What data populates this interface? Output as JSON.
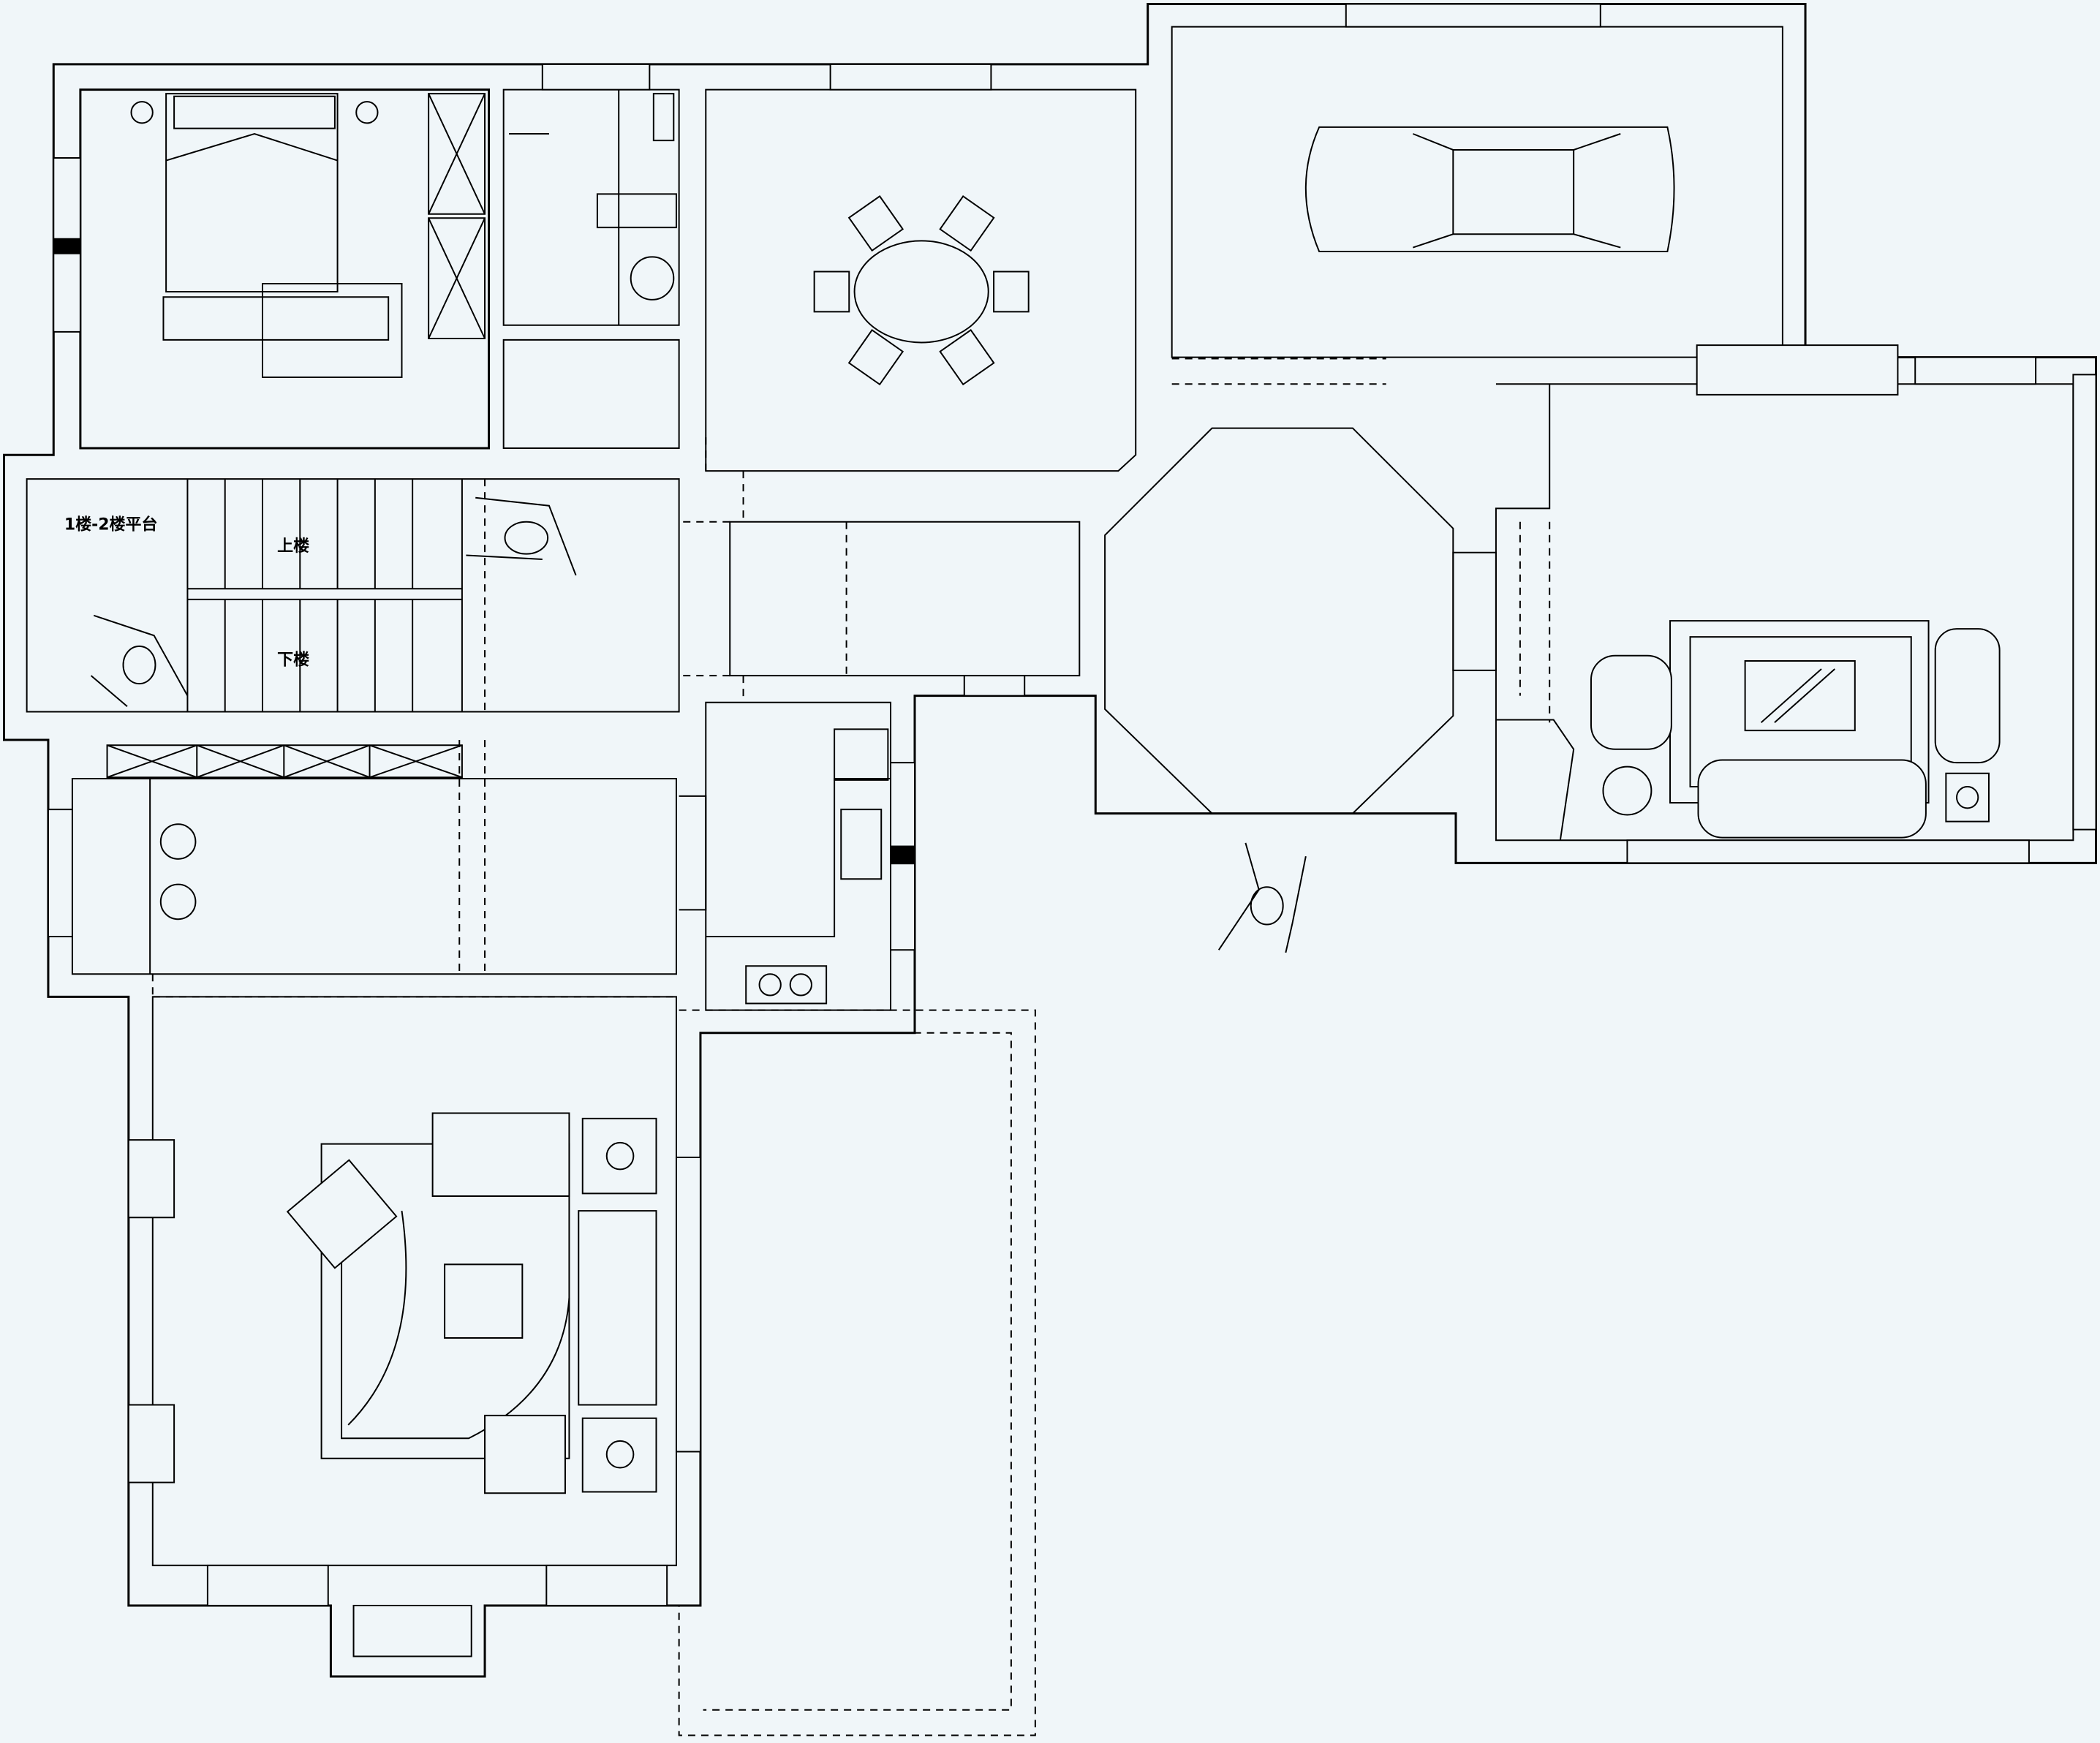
{
  "labels": {
    "landing": "1楼-2楼平台",
    "stairs_up": "上楼",
    "stairs_down": "下楼"
  },
  "colors": {
    "background": "#f0f6f9",
    "line": "#000000"
  }
}
